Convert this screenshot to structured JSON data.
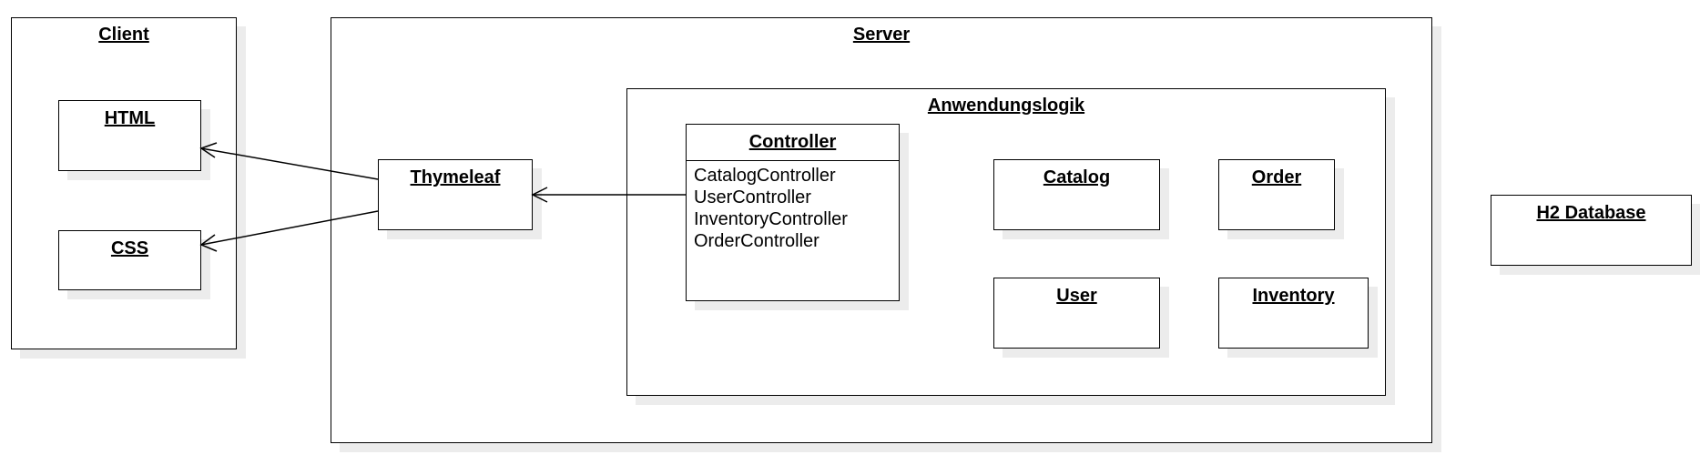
{
  "diagram": {
    "client": {
      "title": "Client",
      "html": "HTML",
      "css": "CSS"
    },
    "server": {
      "title": "Server",
      "thymeleaf": "Thymeleaf",
      "app_logic": {
        "title": "Anwendungslogik",
        "controller": {
          "title": "Controller",
          "members": [
            "CatalogController",
            "UserController",
            "InventoryController",
            "OrderController"
          ]
        },
        "catalog": "Catalog",
        "order": "Order",
        "user": "User",
        "inventory": "Inventory"
      }
    },
    "database": "H2 Database"
  }
}
